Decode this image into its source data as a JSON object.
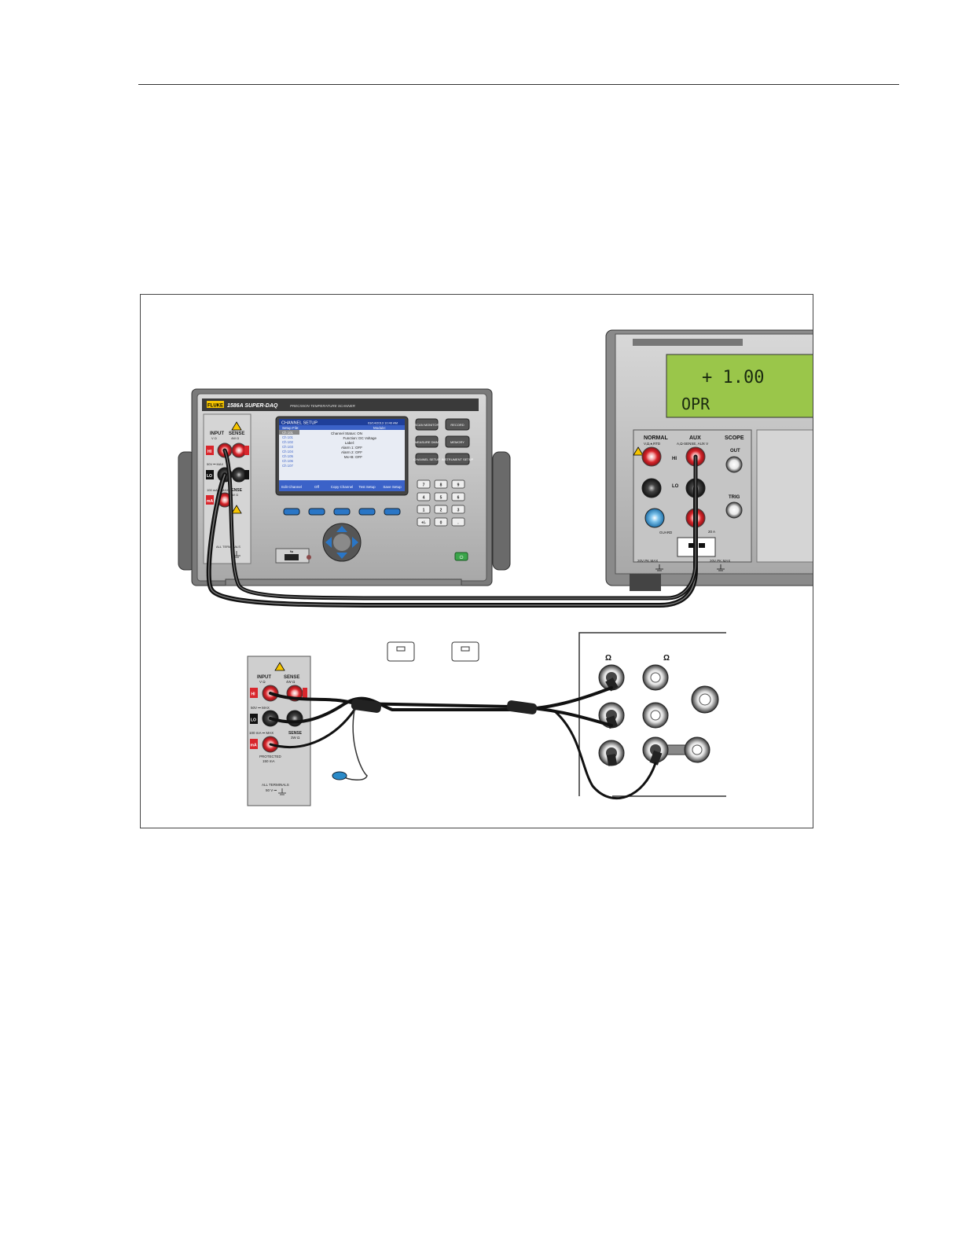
{
  "daq": {
    "brand": "FLUKE",
    "model": "1586A SUPER-DAQ",
    "subtitle": "PRECISION TEMPERATURE SCANNER",
    "front_panel": {
      "input_label": "INPUT",
      "input_sub": "V Ω",
      "sense_label": "SENSE",
      "sense_sub": "4W Ω",
      "hi": "HI",
      "lo": "LO",
      "ma": "mA",
      "v_max": "50V ⎓ MAX",
      "ma_max": "100 mA ⎓ MAX",
      "sense_3w": "SENSE",
      "sense_3w_sub": "3W Ω",
      "all_terminals": "ALL TERMINALS"
    },
    "screen": {
      "title": "CHANNEL SETUP",
      "datetime": "03/14/2013 10:40 AM",
      "setup_file": "Setup File:",
      "module": "Module:",
      "channels": [
        "Ch 101",
        "Ch 101",
        "Ch 102",
        "Ch 103",
        "Ch 104",
        "Ch 105",
        "Ch 106",
        "Ch 107"
      ],
      "details": [
        "Channel Status: ON",
        "Function: DC Voltage",
        "Label:",
        "Alarm 1: OFF",
        "Alarm 2: OFF",
        "Mx+B: OFF"
      ],
      "softkeys": [
        "Edit Channel",
        "Off",
        "Copy Channel",
        "Test Setup",
        "Save Setup"
      ]
    },
    "buttons": [
      "SCAN MONITOR",
      "RECORD",
      "MEASURE DMM",
      "MEMORY",
      "CHANNEL SETUP",
      "INSTRUMENT SETUP"
    ],
    "keypad": [
      "7",
      "8",
      "9",
      "4",
      "5",
      "6",
      "1",
      "2",
      "3",
      "+/-",
      "0",
      "."
    ]
  },
  "calibrator": {
    "display_line1": "+  1.00",
    "display_line2": "OPR",
    "normal": "NORMAL",
    "normal_sub": "V,Ω,♦,RTD",
    "aux": "AUX",
    "aux_sub": "A,Ω-SENSE, AUX V",
    "scope": "SCOPE",
    "out": "OUT",
    "trig": "TRIG",
    "hi": "HI",
    "lo": "LO",
    "guard": "GUARD",
    "twenty_a": "20 A",
    "pk_max_left": "20V PK MAX",
    "pk_max_right": "20V PK MAX"
  },
  "detail": {
    "input_label": "INPUT",
    "input_sub": "V Ω",
    "sense_label": "SENSE",
    "sense_sub": "4W Ω",
    "hi": "HI",
    "lo": "LO",
    "ma": "mA",
    "v_max": "50V ⎓ MAX",
    "ma_max": "100 mA ⎓ MAX",
    "sense_3w": "SENSE",
    "sense_3w_sub": "3W Ω",
    "protected": "PROTECTED",
    "protected_sub": "150 mA",
    "all_terminals": "ALL TERMINALS",
    "all_terminals_sub": "50 V ⎓",
    "omega1": "Ω",
    "omega2": "Ω"
  },
  "colors": {
    "device_gray": "#c9c9c9",
    "panel_dark": "#555555",
    "lcd_green": "#9ac64a",
    "screen_blue": "#1f3f9a",
    "jack_red": "#d8262c",
    "jack_blue": "#1e88c8",
    "fluke_yellow": "#f5c400"
  }
}
